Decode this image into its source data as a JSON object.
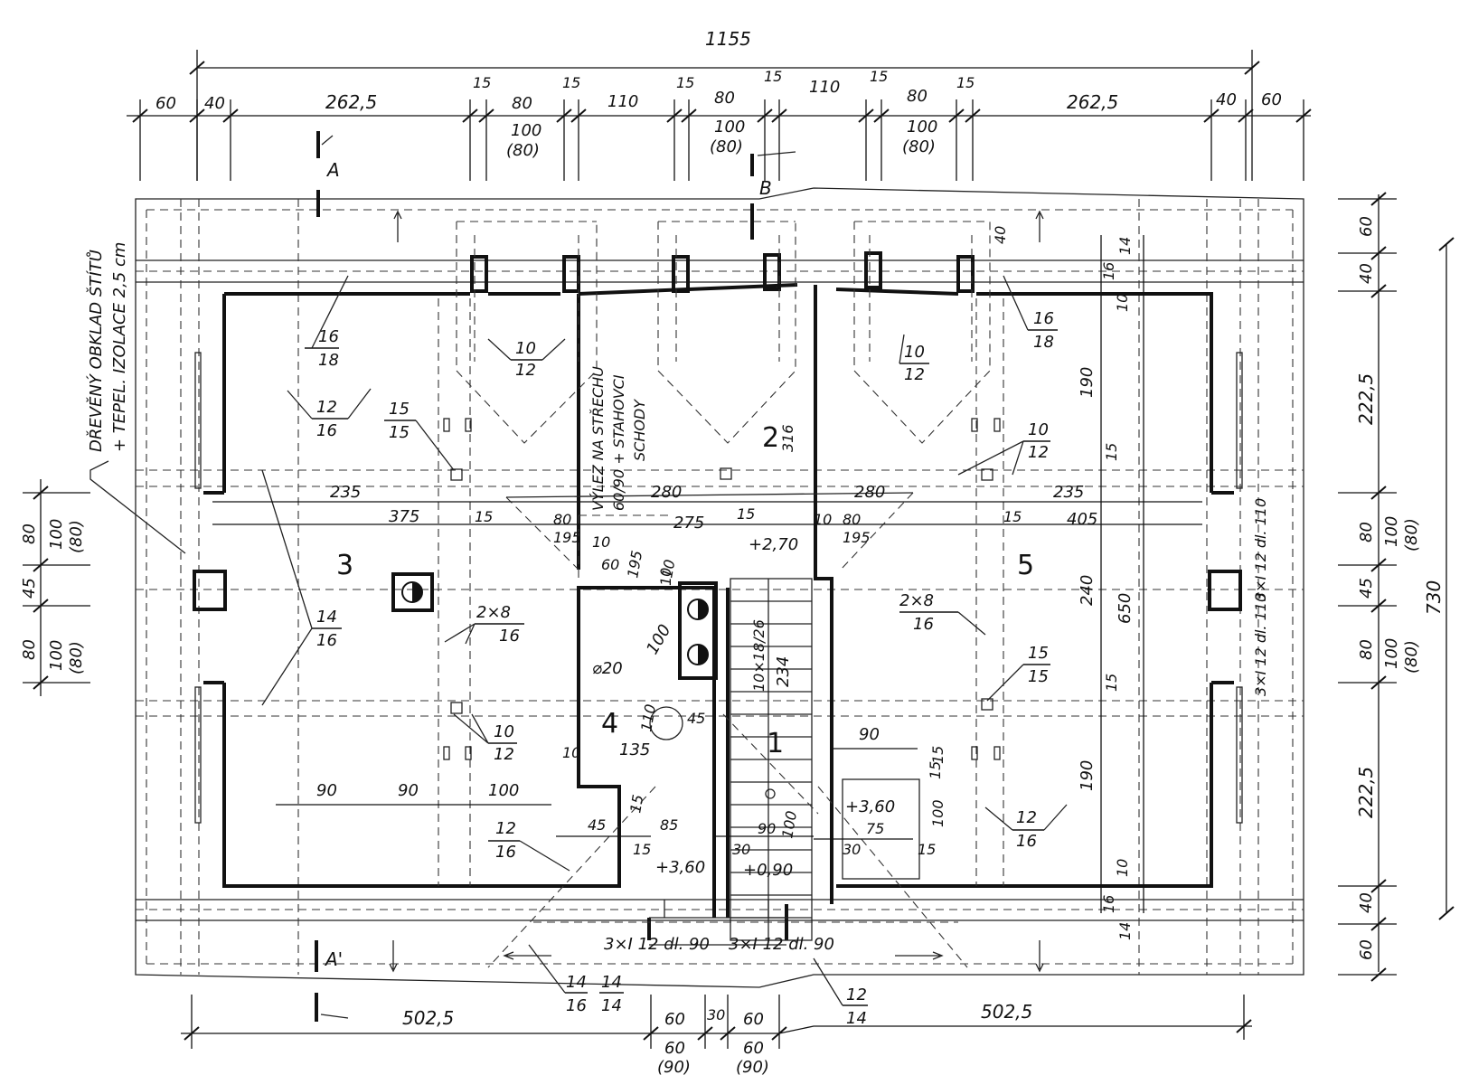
{
  "drawing": {
    "total_width": "1155",
    "top_dims": [
      "60",
      "40",
      "262,5",
      "15",
      "80",
      "15",
      "110",
      "15",
      "80",
      "15",
      "110",
      "15",
      "80",
      "15",
      "262,5",
      "40",
      "60"
    ],
    "top_windows": [
      {
        "a": "100",
        "b": "(80)"
      },
      {
        "a": "100",
        "b": "(80)"
      },
      {
        "a": "100",
        "b": "(80)"
      }
    ],
    "bottom_dims": [
      "502,5",
      "60",
      "30",
      "60",
      "502,5"
    ],
    "bottom_sub": [
      {
        "a": "60",
        "b": "(90)"
      },
      {
        "a": "60",
        "b": "(90)"
      }
    ],
    "right_dims": [
      "60",
      "40",
      "222,5",
      "80",
      "45",
      "80",
      "222,5",
      "40",
      "60"
    ],
    "right_total": "730",
    "right_windows": [
      {
        "a": "100",
        "b": "(80)"
      },
      {
        "a": "100",
        "b": "(80)"
      }
    ],
    "left_dims": [
      "80",
      "45",
      "80"
    ],
    "left_windows": [
      {
        "a": "100",
        "b": "(80)"
      },
      {
        "a": "100",
        "b": "(80)"
      }
    ],
    "section_marks": [
      "A",
      "A'",
      "B"
    ],
    "rooms": [
      "1",
      "2",
      "3",
      "4",
      "5"
    ],
    "room2_area": "316",
    "left_note": [
      "DŘEVĚNÝ OBKLAD ŠTÍTŮ",
      "+ TEPEL. IZOLACE 2,5 cm"
    ],
    "middle_note": [
      "VÝLEZ NA STŘECHU",
      "60/90 + STAHOVCI",
      "SCHODY"
    ],
    "levels": [
      "+2,70",
      "+3,60",
      "+0,90",
      "+3,60"
    ],
    "stair": {
      "steps": "10×18/26",
      "run": "234"
    },
    "beams": [
      "3×I 12 dl. 90",
      "3×I 12 dl. 90",
      "3×I 12 dl. 110",
      "3×I 12 dl. 110"
    ],
    "chimney_dia": "⌀20",
    "section_sizes": [
      {
        "a": "16",
        "b": "18"
      },
      {
        "a": "10",
        "b": "12"
      },
      {
        "a": "12",
        "b": "16"
      },
      {
        "a": "15",
        "b": "15"
      },
      {
        "a": "14",
        "b": "16"
      },
      {
        "a": "2×8",
        "b": "16"
      },
      {
        "a": "10",
        "b": "12"
      },
      {
        "a": "12",
        "b": "16"
      },
      {
        "a": "14",
        "b": "16"
      },
      {
        "a": "14",
        "b": "14"
      },
      {
        "a": "12",
        "b": "14"
      },
      {
        "a": "10",
        "b": "12"
      },
      {
        "a": "16",
        "b": "18"
      },
      {
        "a": "10",
        "b": "12"
      },
      {
        "a": "10",
        "b": "12"
      },
      {
        "a": "2×8",
        "b": "16"
      },
      {
        "a": "15",
        "b": "15"
      },
      {
        "a": "12",
        "b": "16"
      },
      {
        "a": "10",
        "b": "12"
      }
    ],
    "inner_dims": [
      "235",
      "375",
      "15",
      "280",
      "275",
      "15",
      "80",
      "195",
      "10",
      "60",
      "195",
      "10",
      "280",
      "235",
      "15",
      "405",
      "80",
      "195",
      "10",
      "240",
      "650",
      "190",
      "15",
      "15",
      "190",
      "90",
      "90",
      "100",
      "45",
      "85",
      "90",
      "100",
      "30",
      "30",
      "75",
      "15",
      "100",
      "15",
      "15",
      "135",
      "45",
      "110",
      "10",
      "10",
      "100",
      "14",
      "16",
      "10",
      "10",
      "16",
      "14",
      "40",
      "15",
      "15",
      "15",
      "90"
    ]
  }
}
